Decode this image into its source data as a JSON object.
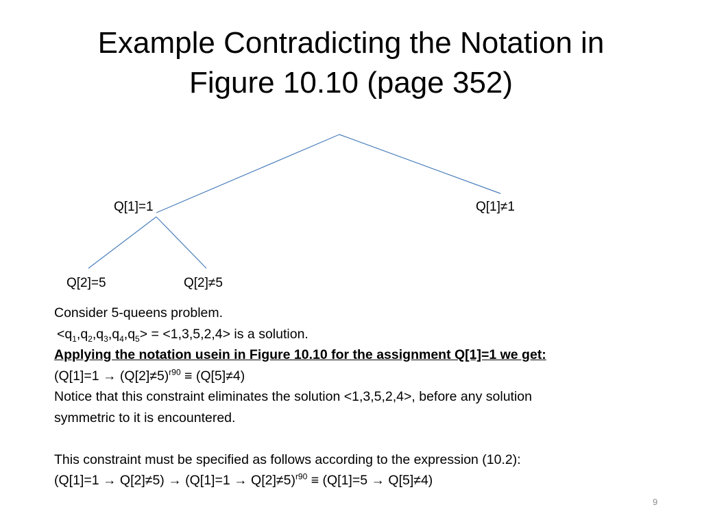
{
  "slide": {
    "title_line1": "Example Contradicting the Notation in",
    "title_line2": "Figure 10.10 (page 352)",
    "page_number": "9"
  },
  "tree": {
    "line_color": "#4a7ebb",
    "nodes": {
      "left_child": "Q[1]=1",
      "right_child": "Q[1]≠1",
      "left_left_child": "Q[2]=5",
      "left_right_child": "Q[2]≠5"
    }
  },
  "body": {
    "line1": "Consider  5-queens problem.",
    "line2": {
      "open": "<q",
      "s1": "1",
      "c1": ",q",
      "s2": "2",
      "c2": ",q",
      "s3": "3",
      "c3": ",q",
      "s4": "4",
      "c4": ",q",
      "s5": "5",
      "rest": "> = <1,3,5,2,4> is a solution."
    },
    "line3": "Applying the notation usein in Figure 10.10 for the assignment Q[1]=1 we get:",
    "line4": {
      "pre": "(Q[1]=1 → (Q[2]≠5)",
      "sup": "r90",
      "post": " ≡ (Q[5]≠4)"
    },
    "line5": "Notice that this constraint eliminates the solution <1,3,5,2,4>, before any solution",
    "line6": "symmetric to it is encountered.",
    "line7": "This constraint must be specified as follows according to the expression (10.2):",
    "line8": {
      "pre": "(Q[1]=1 → Q[2]≠5) → (Q[1]=1 → Q[2]≠5)",
      "sup": "r90",
      "post": " ≡ (Q[1]=5 → Q[5]≠4)"
    }
  }
}
